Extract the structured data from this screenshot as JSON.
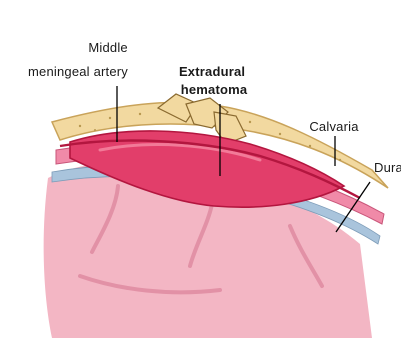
{
  "labels": {
    "middle_meningeal_artery": [
      "Middle",
      "meningeal artery"
    ],
    "extradural_hematoma": [
      "Extradural",
      "hematoma"
    ],
    "calvaria": "Calvaria",
    "dura": "Dura"
  },
  "colors": {
    "bone": "#f2d9a0",
    "bone_edge": "#c9a35a",
    "hematoma": "#e23e6a",
    "hematoma_dark": "#b3163f",
    "dura": "#f08aa8",
    "arachnoid": "#a9c4dc",
    "brain": "#f3b6c4",
    "brain_dark": "#e291a6",
    "leader": "#000000"
  }
}
